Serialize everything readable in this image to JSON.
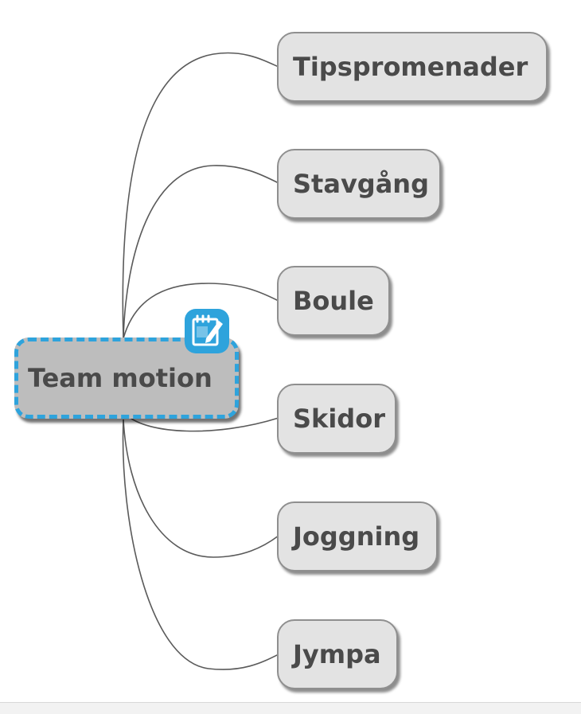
{
  "mindmap": {
    "central": {
      "label": "Team motion",
      "icon": "note-edit-icon",
      "accent": "#2ea3dc"
    },
    "branches": [
      {
        "label": "Tipspromenader"
      },
      {
        "label": "Stavgång"
      },
      {
        "label": "Boule"
      },
      {
        "label": "Skidor"
      },
      {
        "label": "Joggning"
      },
      {
        "label": "Jympa"
      }
    ]
  }
}
